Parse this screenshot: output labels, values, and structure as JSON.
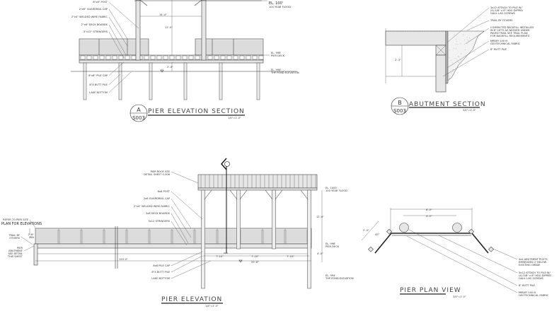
{
  "section_a": {
    "title": "PIER ELEVATION SECTION",
    "tag": "A",
    "sheet": "S003",
    "scale": "1/4\"=1'-0\"",
    "labels": [
      "8\"x8\" POST",
      "2\"x6\" GUARDRAIL CAP",
      "2\"x4\" WELDED WIRE FABRIC",
      "2\"x6\" DECK BOARDS",
      "3\"x12\" STRINGERS",
      "8\"x8\" PILE CAP",
      "8\"X BUTT PILE",
      "LAKE BOTTOM"
    ],
    "el_flood": [
      "EL. 100'",
      "100 YEAR FLOOD"
    ],
    "el_deck": [
      "EL. 998'",
      "PIER DECK"
    ],
    "el_pond": [
      "EL. 994'",
      "THP POND ELEVATION"
    ],
    "dims": [
      "14'-4\"",
      "12'-0\"",
      "2'-0\""
    ]
  },
  "section_b": {
    "title": "ABUTMENT SECTION",
    "tag": "B",
    "sheet": "S003",
    "scale": "3/4\"=1'-0\"",
    "dim": "2'-3\"",
    "attach": [
      "3x12 ATTACH TO PILE W/",
      "(4)-5/8\" x 8\" HDG DIPPED",
      "GALV. LAG SCREWS"
    ],
    "trail": "TRAIL BY OTHERS",
    "backfill": [
      "COMPACTED BACKFILL INSTALLED",
      "IN 8\" LIFTS AS NEEDED UNDER",
      "PAVED TRAIL SEE TRAIL PLAN",
      "FOR BACKFILL REQUIREMENTS"
    ],
    "fabric": [
      "MIRAFI 140 N",
      "GEOTECHNICAL FABRIC"
    ],
    "pile": "8\" BUTT PILE"
  },
  "pier_elevation": {
    "title": "PIER ELEVATION",
    "scale": "1/4\"=1'-0\"",
    "refer": [
      "REFER TO PIER SITE",
      "PLAN FOR ELEVATIONS"
    ],
    "min": [
      "2'-6\"",
      "MIN"
    ],
    "trail": [
      "TRAIL BY",
      "OTHERS"
    ],
    "abutment": [
      "PIER",
      "ABUTMENT",
      "SEE DETAIL",
      "THIS SHEET"
    ],
    "roof": [
      "PIER ROOF SEE",
      "DETAIL SHEET S-006"
    ],
    "labels": [
      "8x8 POST",
      "2x6 GUARDRAIL CAP",
      "2\"x4\" WELDED WIRE FABRIC",
      "2x6 DECK BOARDS",
      "3x12 STRINGERS",
      "8x8 PILE CAP",
      "8\"X BUTT PILE",
      "LAKE BOTTOM"
    ],
    "length": "120'-0\"",
    "bays": [
      "7'-10\"",
      "7'-10\"",
      "7'-10\""
    ],
    "total": "23'-8\"",
    "height": "12'-0\"",
    "pile_dim": "4'-0\"",
    "el_flood": [
      "EL. 1000'",
      "100 YEAR FLOOD"
    ],
    "el_deck": [
      "EL. 998'",
      "PIER DECK"
    ],
    "el_pond": [
      "EL. 994'",
      "THP POND ELEVATION"
    ]
  },
  "plan_view": {
    "title": "PIER PLAN VIEW",
    "scale": "3/4\"=1'-0\"",
    "dims": [
      "6'-0\"",
      "4'-0\"",
      "2'-0\"",
      "45°"
    ],
    "posts": [
      "4x4 ABUTMENT POSTS",
      "EMBEDDED 2' BELOW",
      "EXISTING GRADE"
    ],
    "attach": [
      "3x12 ATTACH TO PILE W/",
      "(4)-5/8\" x 8\" HDG DIPPED",
      "GALV. LAG SCREWS"
    ],
    "pile": "8\" BUTT PILE",
    "fabric": [
      "MIRAFI 140 N",
      "GEOTECHNICAL FABRIC"
    ]
  }
}
